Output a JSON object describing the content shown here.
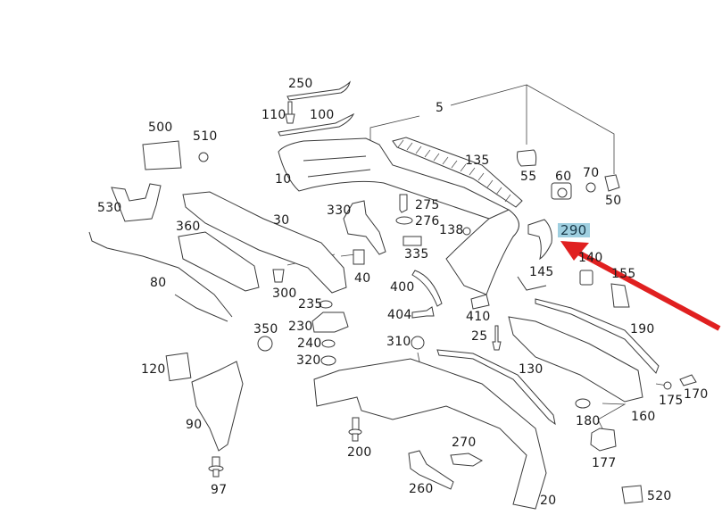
{
  "diagram": {
    "title": "Rear bumper exploded parts diagram",
    "highlighted_part": "290",
    "arrow_color": "#e02020",
    "highlight_color": "#9fcfe0",
    "labels": {
      "p5": "5",
      "p10": "10",
      "p20": "20",
      "p25": "25",
      "p30": "30",
      "p40": "40",
      "p50": "50",
      "p55": "55",
      "p60": "60",
      "p70": "70",
      "p80": "80",
      "p90": "90",
      "p97": "97",
      "p100": "100",
      "p110": "110",
      "p120": "120",
      "p130": "130",
      "p135": "135",
      "p138": "138",
      "p140": "140",
      "p145": "145",
      "p155": "155",
      "p160": "160",
      "p170": "170",
      "p175": "175",
      "p177": "177",
      "p180": "180",
      "p190": "190",
      "p200": "200",
      "p230": "230",
      "p235": "235",
      "p240": "240",
      "p250": "250",
      "p260": "260",
      "p270": "270",
      "p275": "275",
      "p276": "276",
      "p290": "290",
      "p300": "300",
      "p310": "310",
      "p320": "320",
      "p330": "330",
      "p335": "335",
      "p350": "350",
      "p360": "360",
      "p400": "400",
      "p404": "404",
      "p410": "410",
      "p500": "500",
      "p510": "510",
      "p520": "520",
      "p530": "530"
    }
  }
}
